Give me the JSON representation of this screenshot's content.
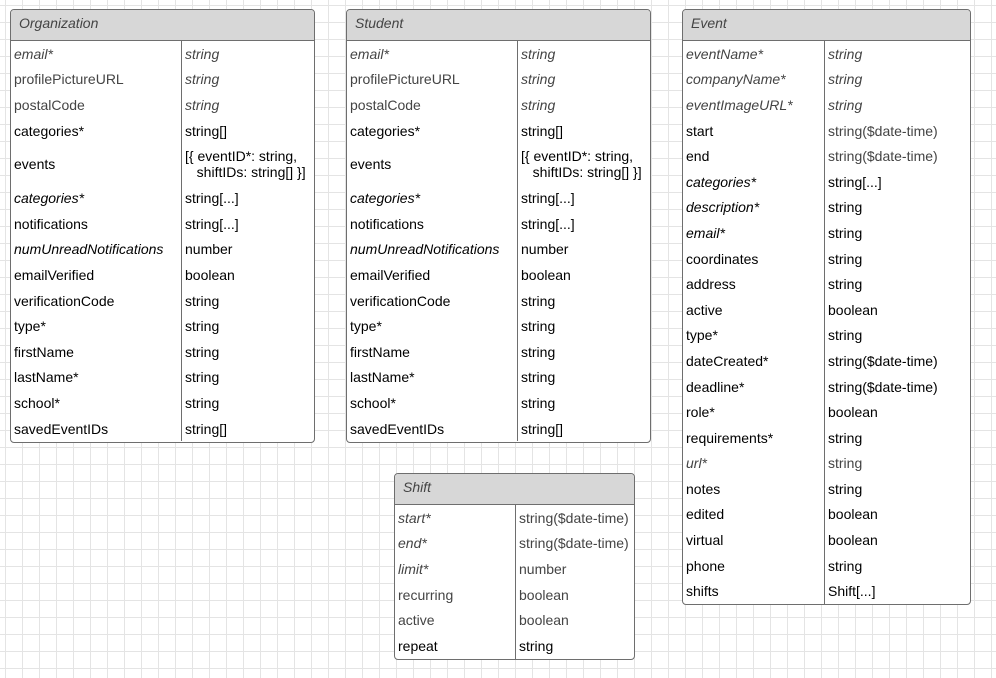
{
  "entities": [
    {
      "key": "org",
      "title": "Organization",
      "divider": 170,
      "fields": [
        {
          "name": "email*",
          "type": "string",
          "name_italic": true,
          "type_italic": true,
          "dark": false
        },
        {
          "name": "profilePictureURL",
          "type": "string",
          "name_italic": false,
          "type_italic": true,
          "dark": false
        },
        {
          "name": "postalCode",
          "type": "string",
          "name_italic": false,
          "type_italic": true,
          "dark": false
        },
        {
          "name": "categories*",
          "type": "string[]",
          "dark": true
        },
        {
          "name": "events",
          "type": "[{ eventID*: string,\n   shiftIDs: string[] }]",
          "dark": true,
          "tall": true
        },
        {
          "name": "categories*",
          "type": "string[...]",
          "name_italic": true,
          "dark": true
        },
        {
          "name": "notifications",
          "type": "string[...]",
          "dark": true
        },
        {
          "name": "numUnreadNotifications",
          "type": "number",
          "name_italic": true,
          "dark": true
        },
        {
          "name": "emailVerified",
          "type": "boolean",
          "dark": true
        },
        {
          "name": "verificationCode",
          "type": "string",
          "dark": true
        },
        {
          "name": "type*",
          "type": "string",
          "dark": true
        },
        {
          "name": "firstName",
          "type": "string",
          "dark": true
        },
        {
          "name": "lastName*",
          "type": "string",
          "dark": true
        },
        {
          "name": "school*",
          "type": "string",
          "dark": true
        },
        {
          "name": "savedEventIDs",
          "type": "string[]",
          "dark": true
        }
      ]
    },
    {
      "key": "stu",
      "title": "Student",
      "divider": 170,
      "fields": [
        {
          "name": "email*",
          "type": "string",
          "name_italic": true,
          "type_italic": true,
          "dark": false
        },
        {
          "name": "profilePictureURL",
          "type": "string",
          "name_italic": false,
          "type_italic": true,
          "dark": false
        },
        {
          "name": "postalCode",
          "type": "string",
          "name_italic": false,
          "type_italic": true,
          "dark": false
        },
        {
          "name": "categories*",
          "type": "string[]",
          "dark": true
        },
        {
          "name": "events",
          "type": "[{ eventID*: string,\n   shiftIDs: string[] }]",
          "dark": true,
          "tall": true
        },
        {
          "name": "categories*",
          "type": "string[...]",
          "name_italic": true,
          "dark": true
        },
        {
          "name": "notifications",
          "type": "string[...]",
          "dark": true
        },
        {
          "name": "numUnreadNotifications",
          "type": "number",
          "name_italic": true,
          "dark": true
        },
        {
          "name": "emailVerified",
          "type": "boolean",
          "dark": true
        },
        {
          "name": "verificationCode",
          "type": "string",
          "dark": true
        },
        {
          "name": "type*",
          "type": "string",
          "dark": true
        },
        {
          "name": "firstName",
          "type": "string",
          "dark": true
        },
        {
          "name": "lastName*",
          "type": "string",
          "dark": true
        },
        {
          "name": "school*",
          "type": "string",
          "dark": true
        },
        {
          "name": "savedEventIDs",
          "type": "string[]",
          "dark": true
        }
      ]
    },
    {
      "key": "evt",
      "title": "Event",
      "divider": 141,
      "fields": [
        {
          "name": "eventName*",
          "type": "string",
          "name_italic": true,
          "type_italic": true,
          "dark": false
        },
        {
          "name": "companyName*",
          "type": "string",
          "name_italic": true,
          "type_italic": true,
          "dark": false
        },
        {
          "name": "eventImageURL*",
          "type": "string",
          "name_italic": true,
          "type_italic": true,
          "dark": false
        },
        {
          "name": "start",
          "type": "string($date-time)",
          "dark": true,
          "type_gray": true
        },
        {
          "name": "end",
          "type": "string($date-time)",
          "dark": true,
          "type_gray": true
        },
        {
          "name": "categories*",
          "type": "string[...]",
          "name_italic": true,
          "dark": true
        },
        {
          "name": "description*",
          "type": "string",
          "name_italic": true,
          "dark": true
        },
        {
          "name": "email*",
          "type": "string",
          "name_italic": true,
          "dark": true
        },
        {
          "name": "coordinates",
          "type": "string",
          "dark": true
        },
        {
          "name": "address",
          "type": "string",
          "dark": true
        },
        {
          "name": "active",
          "type": "boolean",
          "dark": true
        },
        {
          "name": "type*",
          "type": "string",
          "dark": true
        },
        {
          "name": "dateCreated*",
          "type": "string($date-time)",
          "dark": true
        },
        {
          "name": "deadline*",
          "type": "string($date-time)",
          "dark": true
        },
        {
          "name": "role*",
          "type": "boolean",
          "dark": true
        },
        {
          "name": "requirements*",
          "type": "string",
          "dark": true
        },
        {
          "name": "url*",
          "type": "string",
          "name_italic": true,
          "dark": false
        },
        {
          "name": "notes",
          "type": "string",
          "dark": true
        },
        {
          "name": "edited",
          "type": "boolean",
          "dark": true
        },
        {
          "name": "virtual",
          "type": "boolean",
          "dark": true
        },
        {
          "name": "phone",
          "type": "string",
          "dark": true
        },
        {
          "name": "shifts",
          "type": "Shift[...]",
          "dark": true
        }
      ]
    },
    {
      "key": "shf",
      "title": "Shift",
      "divider": 120,
      "fields": [
        {
          "name": "start*",
          "type": "string($date-time)",
          "name_italic": true,
          "dark": false
        },
        {
          "name": "end*",
          "type": "string($date-time)",
          "name_italic": true,
          "dark": false
        },
        {
          "name": "limit*",
          "type": "number",
          "name_italic": true,
          "dark": false
        },
        {
          "name": "recurring",
          "type": "boolean",
          "dark": false
        },
        {
          "name": "active",
          "type": "boolean",
          "dark": false
        },
        {
          "name": "repeat",
          "type": "string",
          "dark": true
        }
      ]
    }
  ]
}
